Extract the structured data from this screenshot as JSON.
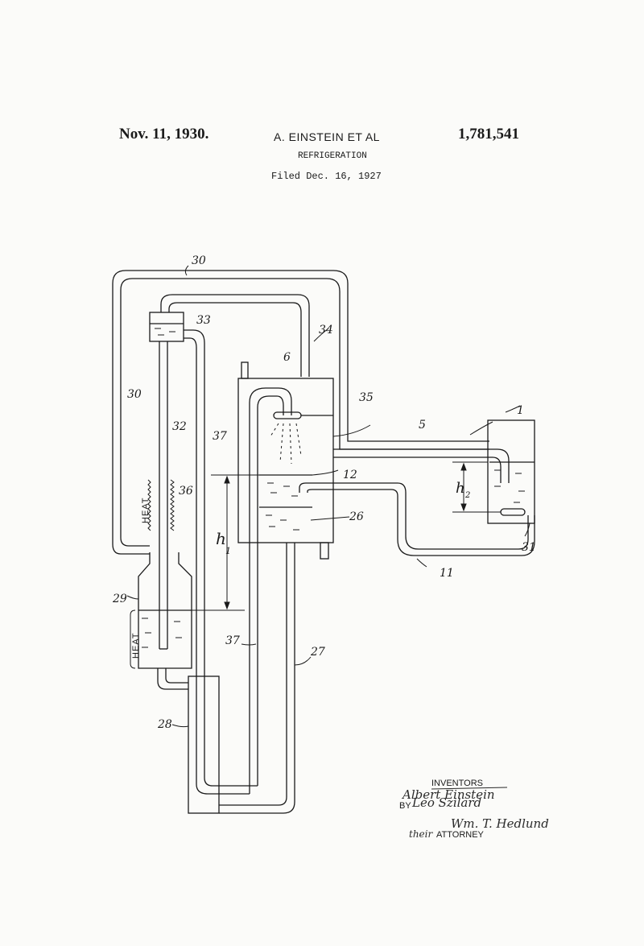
{
  "header": {
    "date": "Nov. 11, 1930.",
    "inventor": "A. EINSTEIN ET AL",
    "patent_number": "1,781,541",
    "title": "REFRIGERATION",
    "filed": "Filed Dec. 16, 1927"
  },
  "figure": {
    "labels": {
      "l30_top": "30",
      "l30_left": "30",
      "l33": "33",
      "l34": "34",
      "l6": "6",
      "l35": "35",
      "l32": "32",
      "l37_top": "37",
      "l36": "36",
      "l5": "5",
      "l1": "1",
      "l12": "12",
      "l26": "26",
      "h1": "h",
      "h1_sub": "1",
      "h2": "h",
      "h2_sub": "2",
      "l31": "31",
      "l11": "11",
      "l29": "29",
      "l37_low": "37",
      "l27": "27",
      "l28": "28"
    },
    "heat_labels": [
      "HEAT",
      "HEAT"
    ]
  },
  "signature": {
    "inventors_caption": "INVENTORS",
    "inventor1": "Albert Einstein",
    "by": "BY",
    "inventor2": "Leo Szilard",
    "attorney_name": "Wm. T. Hedlund",
    "their": "their",
    "attorney_caption": "ATTORNEY"
  }
}
